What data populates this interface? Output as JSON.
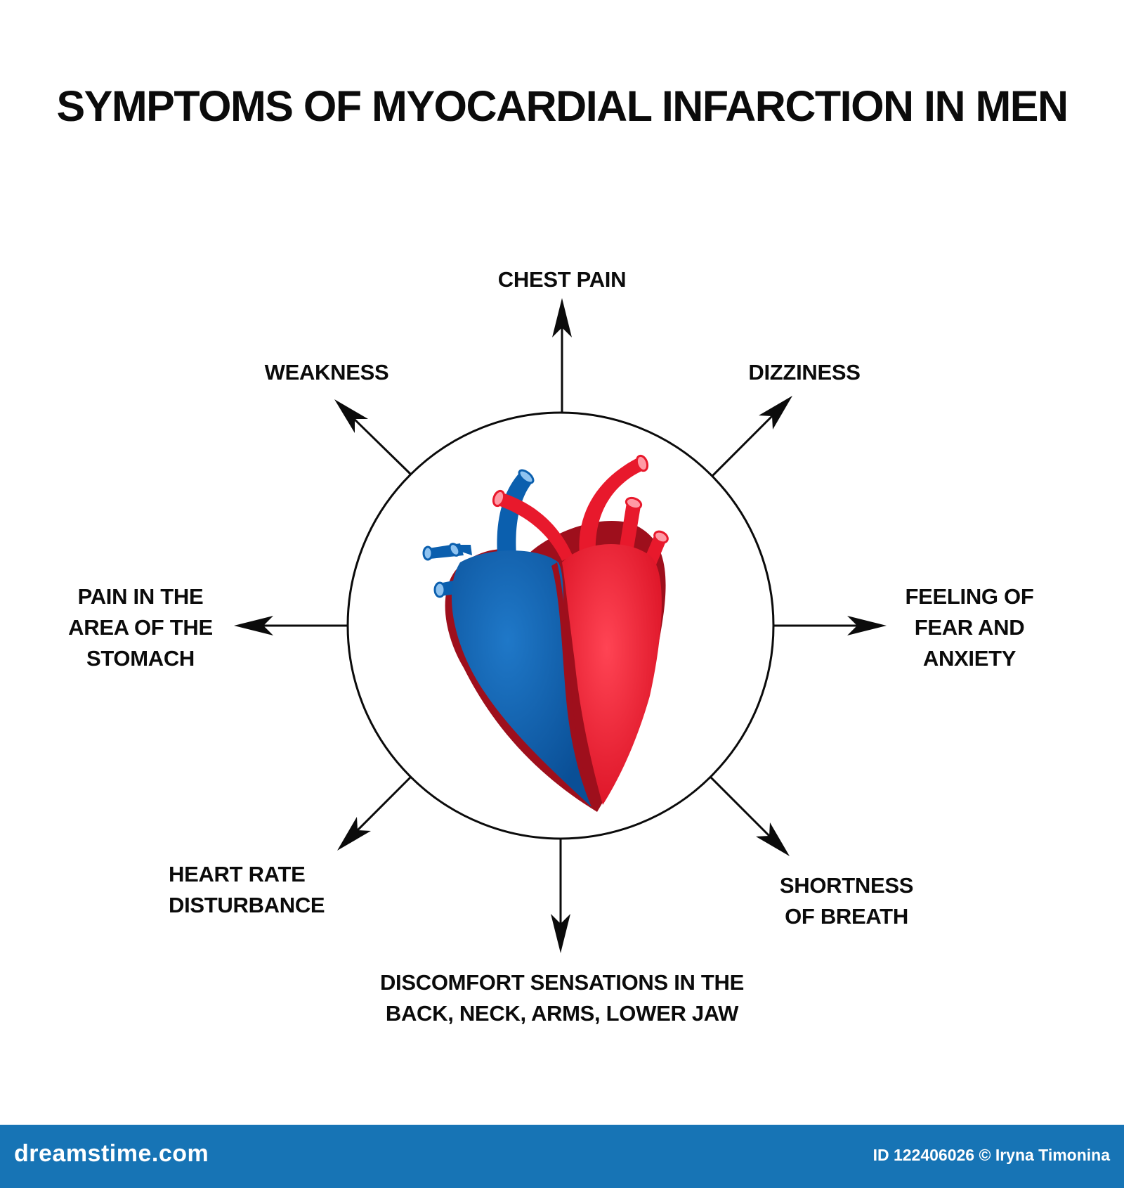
{
  "title": "SYMPTOMS OF MYOCARDIAL INFARCTION IN MEN",
  "symptoms": {
    "top": "CHEST PAIN",
    "top_left": "WEAKNESS",
    "top_right": "DIZZINESS",
    "left": [
      "PAIN IN THE",
      "AREA OF THE",
      "STOMACH"
    ],
    "right": [
      "FEELING OF",
      "FEAR AND",
      "ANXIETY"
    ],
    "bottom_left": [
      "HEART RATE",
      "DISTURBANCE"
    ],
    "bottom_right": [
      "SHORTNESS",
      "OF BREATH"
    ],
    "bottom": [
      "DISCOMFORT SENSATIONS IN THE",
      "BACK, NECK, ARMS, LOWER JAW"
    ]
  },
  "center_icon": "heart-icon",
  "colors": {
    "text": "#0b0b0b",
    "venous_blue": "#0b5fae",
    "arterial_red": "#e8192c",
    "dark_red": "#9e0f1c",
    "footer_bg": "#1774b5",
    "footer_text": "#ffffff"
  },
  "footer": {
    "brand": "dreamstime.com",
    "credit": "ID 122406026 © Iryna Timonina"
  }
}
